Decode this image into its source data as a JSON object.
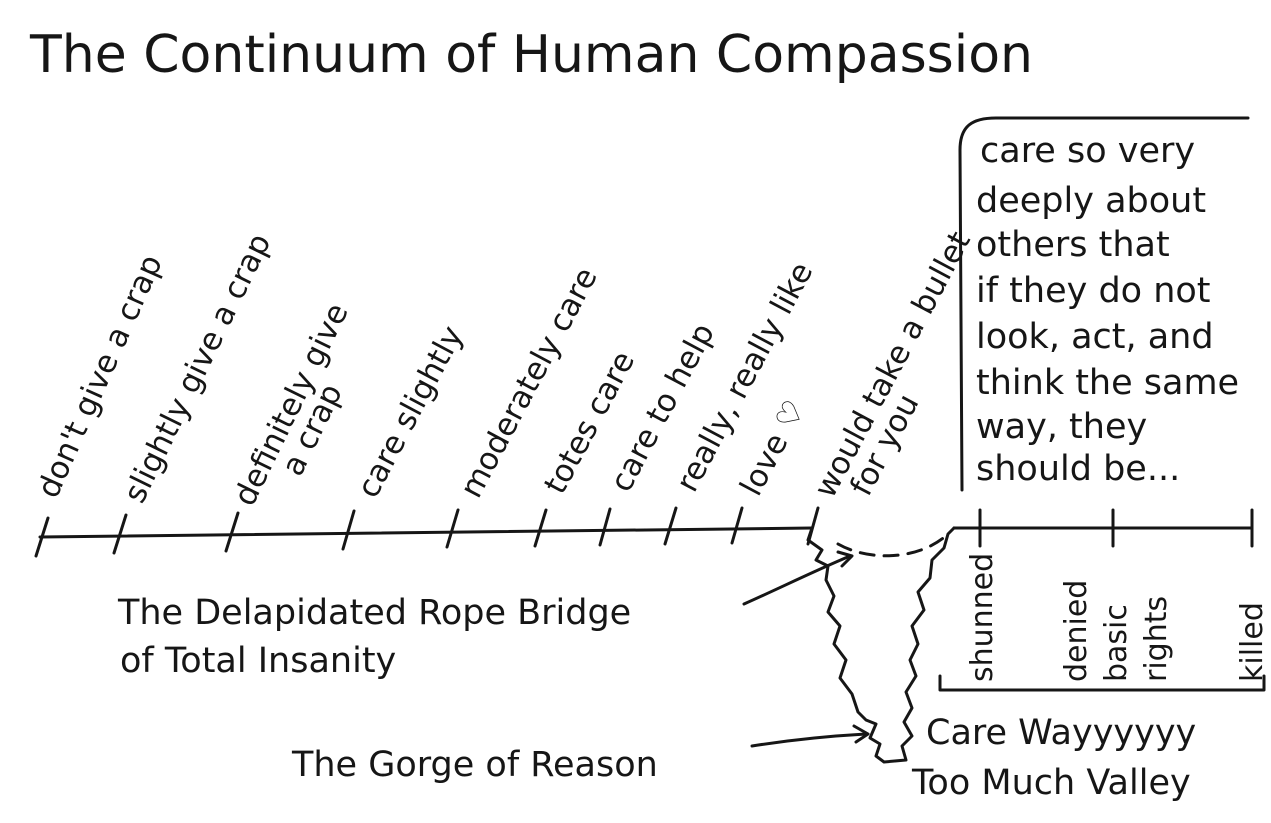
{
  "title": "The Continuum of Human Compassion",
  "left_scale_labels": [
    "don't give a crap",
    "slightly give a crap",
    "definitely give",
    "a crap",
    "care slightly",
    "moderately care",
    "totes care",
    "care to help",
    "really, really like",
    "love ♡",
    "would take a bullet",
    "for you"
  ],
  "box_text": [
    "care so very",
    "deeply about",
    "others that",
    "if they do not",
    "look, act, and",
    "think the same",
    "way, they",
    "should be..."
  ],
  "right_scale_labels": [
    "shunned",
    "denied",
    "basic",
    "rights",
    "killed"
  ],
  "annotations": {
    "bridge_line1": "The Delapidated Rope Bridge",
    "bridge_line2": "of Total Insanity",
    "gorge": "The Gorge of Reason",
    "valley_line1": "Care Wayyyyyy",
    "valley_line2": "Too Much Valley"
  }
}
